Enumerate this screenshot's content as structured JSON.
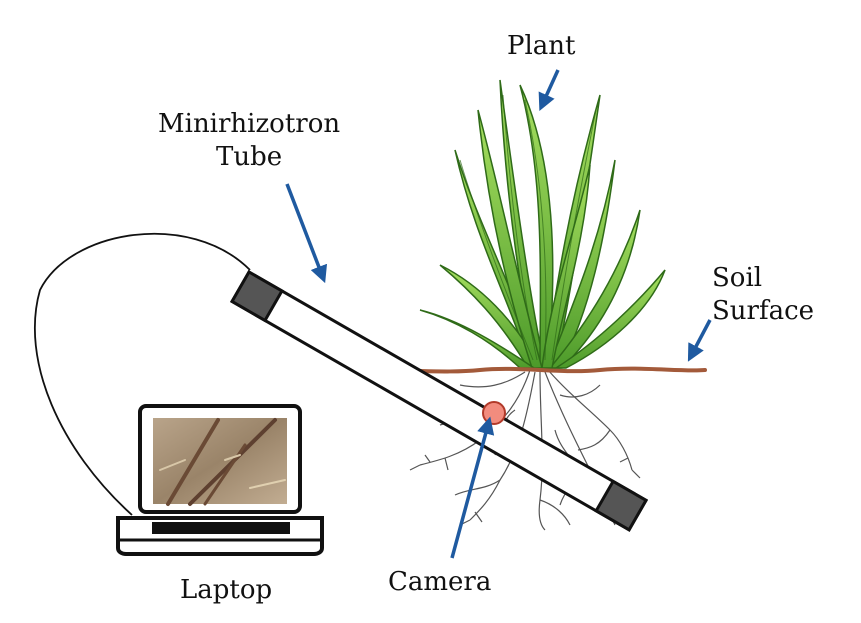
{
  "labels": {
    "plant": "Plant",
    "tube_line1": "Minirhizotron",
    "tube_line2": "Tube",
    "soil_line1": "Soil",
    "soil_line2": "Surface",
    "laptop": "Laptop",
    "camera": "Camera"
  },
  "colors": {
    "arrow": "#1f5aa0",
    "soil": "#a35a3a",
    "camera": "#f28c7e",
    "leaf_light": "#8fd14a",
    "leaf_dark": "#3e8a1f",
    "root": "#555555",
    "cap": "#555555",
    "screen_soil": "#8a7560"
  }
}
